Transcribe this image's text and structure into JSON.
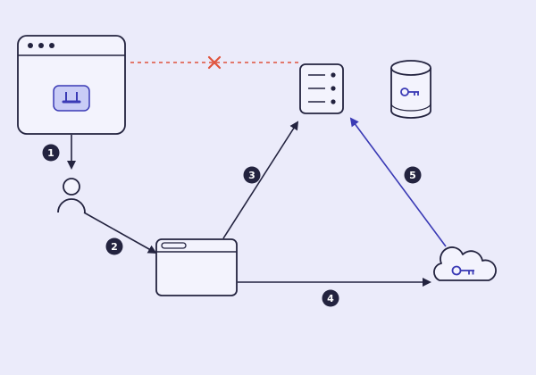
{
  "colors": {
    "background": "#ebebfa",
    "ink": "#23233f",
    "accent_blue": "#3a3ab5",
    "accent_blue_light": "#c9ccf6",
    "blocked_red": "#e0533c",
    "panel_fill": "#f3f3fd"
  },
  "icons": {
    "app_window": "browser-window-icon",
    "plugin": "plug-icon",
    "user": "user-icon",
    "browser": "browser-window-icon",
    "server": "server-icon",
    "database": "database-icon",
    "cloud": "cloud-icon",
    "key": "key-icon",
    "blocked": "x-mark-icon"
  },
  "steps": [
    {
      "number": "1"
    },
    {
      "number": "2"
    },
    {
      "number": "3"
    },
    {
      "number": "4"
    },
    {
      "number": "5"
    }
  ]
}
